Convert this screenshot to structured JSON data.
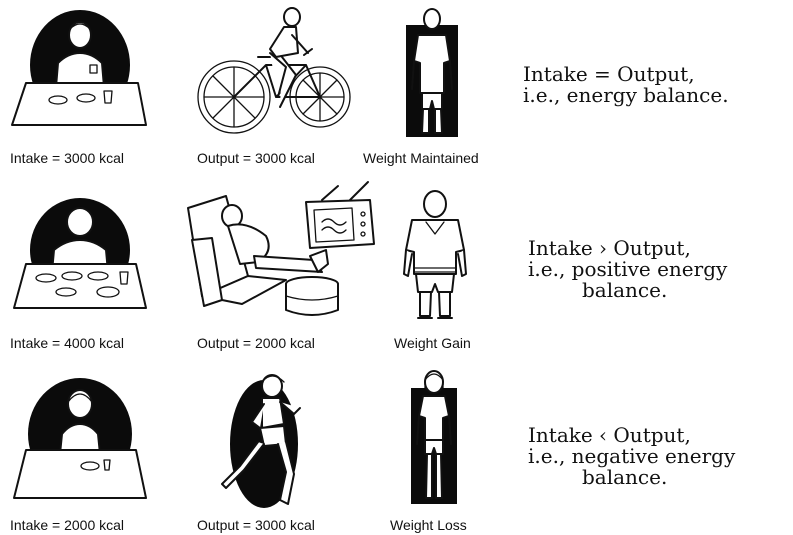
{
  "rows": [
    {
      "intake_caption": "Intake = 3000 kcal",
      "output_caption": "Output = 3000 kcal",
      "result_caption": "Weight Maintained",
      "description": [
        "Intake = Output,",
        "i.e., energy balance."
      ]
    },
    {
      "intake_caption": "Intake = 4000 kcal",
      "output_caption": "Output = 2000 kcal",
      "result_caption": "Weight Gain",
      "description": [
        "Intake › Output,",
        "i.e., positive energy",
        "balance."
      ]
    },
    {
      "intake_caption": "Intake = 2000 kcal",
      "output_caption": "Output = 3000 kcal",
      "result_caption": "Weight Loss",
      "description": [
        "Intake ‹ Output,",
        "i.e., negative energy",
        "balance."
      ]
    }
  ],
  "icons": [
    "eating-person-icon",
    "cyclist-icon",
    "standing-man-icon",
    "overeating-person-icon",
    "couch-tv-icon",
    "overweight-man-icon",
    "small-meal-person-icon",
    "runner-icon",
    "thin-woman-icon"
  ]
}
